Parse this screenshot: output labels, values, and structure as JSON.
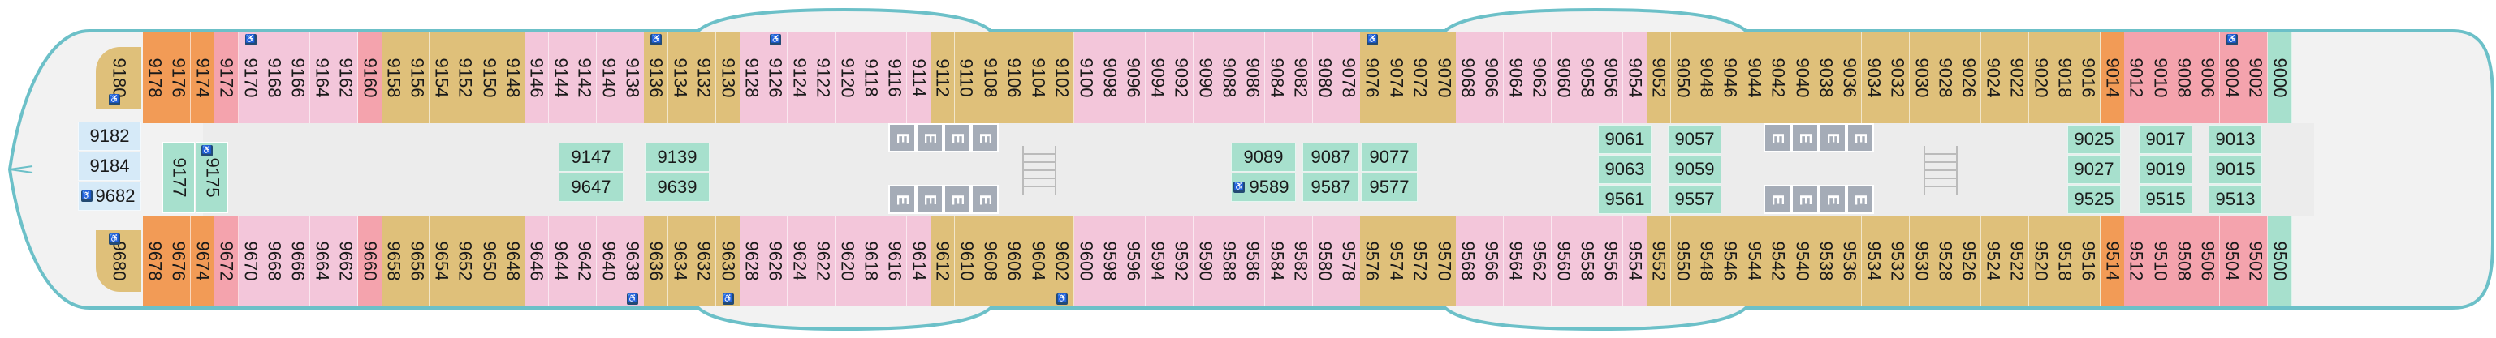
{
  "colors": {
    "hull_outline": "#6cc0c8",
    "deck_fill": "#f2f2f2",
    "corridor": "#ececec",
    "gold": "#dfc07a",
    "orange": "#f29b56",
    "red": "#f4a3ad",
    "pink": "#f3c6da",
    "mint": "#a7e0cd",
    "blue": "#d6eaf8",
    "elevator": "#a5acb7"
  },
  "icons": {
    "accessible": "wheelchair-icon",
    "elevator": "elevator-icon",
    "stairs": "stairs-icon"
  },
  "elevator_label": "E",
  "top_row": [
    {
      "label": "9178",
      "color": "orange"
    },
    {
      "label": "9176",
      "color": "orange"
    },
    {
      "label": "9174",
      "color": "orange"
    },
    {
      "label": "9172",
      "color": "red"
    },
    {
      "label": "9170",
      "color": "pink",
      "acc": true
    },
    {
      "label": "9168",
      "color": "pink"
    },
    {
      "label": "9166",
      "color": "pink"
    },
    {
      "label": "9164",
      "color": "pink"
    },
    {
      "label": "9162",
      "color": "pink"
    },
    {
      "label": "9160",
      "color": "red"
    },
    {
      "label": "9158",
      "color": "gold"
    },
    {
      "label": "9156",
      "color": "gold"
    },
    {
      "label": "9154",
      "color": "gold"
    },
    {
      "label": "9152",
      "color": "gold"
    },
    {
      "label": "9150",
      "color": "gold"
    },
    {
      "label": "9148",
      "color": "gold"
    },
    {
      "label": "9146",
      "color": "pink"
    },
    {
      "label": "9144",
      "color": "pink"
    },
    {
      "label": "9142",
      "color": "pink"
    },
    {
      "label": "9140",
      "color": "pink"
    },
    {
      "label": "9138",
      "color": "pink"
    },
    {
      "label": "9136",
      "color": "gold",
      "acc": true
    },
    {
      "label": "9134",
      "color": "gold"
    },
    {
      "label": "9132",
      "color": "gold"
    },
    {
      "label": "9130",
      "color": "gold"
    },
    {
      "label": "9128",
      "color": "pink"
    },
    {
      "label": "9126",
      "color": "pink",
      "acc": true
    },
    {
      "label": "9124",
      "color": "pink"
    },
    {
      "label": "9122",
      "color": "pink"
    },
    {
      "label": "9120",
      "color": "pink"
    },
    {
      "label": "9118",
      "color": "pink"
    },
    {
      "label": "9116",
      "color": "pink"
    },
    {
      "label": "9114",
      "color": "pink"
    },
    {
      "label": "9112",
      "color": "gold"
    },
    {
      "label": "9110",
      "color": "gold"
    },
    {
      "label": "9108",
      "color": "gold"
    },
    {
      "label": "9106",
      "color": "gold"
    },
    {
      "label": "9104",
      "color": "gold"
    },
    {
      "label": "9102",
      "color": "gold"
    },
    {
      "label": "9100",
      "color": "pink"
    },
    {
      "label": "9098",
      "color": "pink"
    },
    {
      "label": "9096",
      "color": "pink"
    },
    {
      "label": "9094",
      "color": "pink"
    },
    {
      "label": "9092",
      "color": "pink"
    },
    {
      "label": "9090",
      "color": "pink"
    },
    {
      "label": "9088",
      "color": "pink"
    },
    {
      "label": "9086",
      "color": "pink"
    },
    {
      "label": "9084",
      "color": "pink"
    },
    {
      "label": "9082",
      "color": "pink"
    },
    {
      "label": "9080",
      "color": "pink"
    },
    {
      "label": "9078",
      "color": "pink"
    },
    {
      "label": "9076",
      "color": "gold",
      "acc": true
    },
    {
      "label": "9074",
      "color": "gold"
    },
    {
      "label": "9072",
      "color": "gold"
    },
    {
      "label": "9070",
      "color": "gold"
    },
    {
      "label": "9068",
      "color": "pink"
    },
    {
      "label": "9066",
      "color": "pink"
    },
    {
      "label": "9064",
      "color": "pink"
    },
    {
      "label": "9062",
      "color": "pink"
    },
    {
      "label": "9060",
      "color": "pink"
    },
    {
      "label": "9058",
      "color": "pink"
    },
    {
      "label": "9056",
      "color": "pink"
    },
    {
      "label": "9054",
      "color": "pink"
    },
    {
      "label": "9052",
      "color": "gold"
    },
    {
      "label": "9050",
      "color": "gold"
    },
    {
      "label": "9048",
      "color": "gold"
    },
    {
      "label": "9046",
      "color": "gold"
    },
    {
      "label": "9044",
      "color": "gold"
    },
    {
      "label": "9042",
      "color": "gold"
    },
    {
      "label": "9040",
      "color": "gold"
    },
    {
      "label": "9038",
      "color": "gold"
    },
    {
      "label": "9036",
      "color": "gold"
    },
    {
      "label": "9034",
      "color": "gold"
    },
    {
      "label": "9032",
      "color": "gold"
    },
    {
      "label": "9030",
      "color": "gold"
    },
    {
      "label": "9028",
      "color": "gold"
    },
    {
      "label": "9026",
      "color": "gold"
    },
    {
      "label": "9024",
      "color": "gold"
    },
    {
      "label": "9022",
      "color": "gold"
    },
    {
      "label": "9020",
      "color": "gold"
    },
    {
      "label": "9018",
      "color": "gold"
    },
    {
      "label": "9016",
      "color": "gold"
    },
    {
      "label": "9014",
      "color": "orange"
    },
    {
      "label": "9012",
      "color": "red"
    },
    {
      "label": "9010",
      "color": "red"
    },
    {
      "label": "9008",
      "color": "red"
    },
    {
      "label": "9006",
      "color": "red"
    },
    {
      "label": "9004",
      "color": "red",
      "acc": true
    },
    {
      "label": "9002",
      "color": "red"
    },
    {
      "label": "9000",
      "color": "mint"
    }
  ],
  "bottom_row": [
    {
      "label": "9678",
      "color": "orange"
    },
    {
      "label": "9676",
      "color": "orange"
    },
    {
      "label": "9674",
      "color": "orange"
    },
    {
      "label": "9672",
      "color": "red"
    },
    {
      "label": "9670",
      "color": "pink"
    },
    {
      "label": "9668",
      "color": "pink"
    },
    {
      "label": "9666",
      "color": "pink"
    },
    {
      "label": "9664",
      "color": "pink"
    },
    {
      "label": "9662",
      "color": "pink"
    },
    {
      "label": "9660",
      "color": "red"
    },
    {
      "label": "9658",
      "color": "gold"
    },
    {
      "label": "9656",
      "color": "gold"
    },
    {
      "label": "9654",
      "color": "gold"
    },
    {
      "label": "9652",
      "color": "gold"
    },
    {
      "label": "9650",
      "color": "gold"
    },
    {
      "label": "9648",
      "color": "gold"
    },
    {
      "label": "9646",
      "color": "pink"
    },
    {
      "label": "9644",
      "color": "pink"
    },
    {
      "label": "9642",
      "color": "pink"
    },
    {
      "label": "9640",
      "color": "pink"
    },
    {
      "label": "9638",
      "color": "pink",
      "acc": true
    },
    {
      "label": "9636",
      "color": "gold"
    },
    {
      "label": "9634",
      "color": "gold"
    },
    {
      "label": "9632",
      "color": "gold"
    },
    {
      "label": "9630",
      "color": "gold",
      "acc": true
    },
    {
      "label": "9628",
      "color": "pink"
    },
    {
      "label": "9626",
      "color": "pink"
    },
    {
      "label": "9624",
      "color": "pink"
    },
    {
      "label": "9622",
      "color": "pink"
    },
    {
      "label": "9620",
      "color": "pink"
    },
    {
      "label": "9618",
      "color": "pink"
    },
    {
      "label": "9616",
      "color": "pink"
    },
    {
      "label": "9614",
      "color": "pink"
    },
    {
      "label": "9612",
      "color": "gold"
    },
    {
      "label": "9610",
      "color": "gold"
    },
    {
      "label": "9608",
      "color": "gold"
    },
    {
      "label": "9606",
      "color": "gold"
    },
    {
      "label": "9604",
      "color": "gold"
    },
    {
      "label": "9602",
      "color": "gold",
      "acc": true
    },
    {
      "label": "9600",
      "color": "pink"
    },
    {
      "label": "9598",
      "color": "pink"
    },
    {
      "label": "9596",
      "color": "pink"
    },
    {
      "label": "9594",
      "color": "pink"
    },
    {
      "label": "9592",
      "color": "pink"
    },
    {
      "label": "9590",
      "color": "pink"
    },
    {
      "label": "9588",
      "color": "pink"
    },
    {
      "label": "9586",
      "color": "pink"
    },
    {
      "label": "9584",
      "color": "pink"
    },
    {
      "label": "9582",
      "color": "pink"
    },
    {
      "label": "9580",
      "color": "pink"
    },
    {
      "label": "9578",
      "color": "pink"
    },
    {
      "label": "9576",
      "color": "gold"
    },
    {
      "label": "9574",
      "color": "gold"
    },
    {
      "label": "9572",
      "color": "gold"
    },
    {
      "label": "9570",
      "color": "gold"
    },
    {
      "label": "9568",
      "color": "pink"
    },
    {
      "label": "9566",
      "color": "pink"
    },
    {
      "label": "9564",
      "color": "pink"
    },
    {
      "label": "9562",
      "color": "pink"
    },
    {
      "label": "9560",
      "color": "pink"
    },
    {
      "label": "9558",
      "color": "pink"
    },
    {
      "label": "9556",
      "color": "pink"
    },
    {
      "label": "9554",
      "color": "pink"
    },
    {
      "label": "9552",
      "color": "gold"
    },
    {
      "label": "9550",
      "color": "gold"
    },
    {
      "label": "9548",
      "color": "gold"
    },
    {
      "label": "9546",
      "color": "gold"
    },
    {
      "label": "9544",
      "color": "gold"
    },
    {
      "label": "9542",
      "color": "gold"
    },
    {
      "label": "9540",
      "color": "gold"
    },
    {
      "label": "9538",
      "color": "gold"
    },
    {
      "label": "9536",
      "color": "gold"
    },
    {
      "label": "9534",
      "color": "gold"
    },
    {
      "label": "9532",
      "color": "gold"
    },
    {
      "label": "9530",
      "color": "gold"
    },
    {
      "label": "9528",
      "color": "gold"
    },
    {
      "label": "9526",
      "color": "gold"
    },
    {
      "label": "9524",
      "color": "gold"
    },
    {
      "label": "9522",
      "color": "gold"
    },
    {
      "label": "9520",
      "color": "gold"
    },
    {
      "label": "9518",
      "color": "gold"
    },
    {
      "label": "9516",
      "color": "gold"
    },
    {
      "label": "9514",
      "color": "orange"
    },
    {
      "label": "9512",
      "color": "red"
    },
    {
      "label": "9510",
      "color": "red"
    },
    {
      "label": "9508",
      "color": "red"
    },
    {
      "label": "9506",
      "color": "red"
    },
    {
      "label": "9504",
      "color": "red"
    },
    {
      "label": "9502",
      "color": "red"
    },
    {
      "label": "9500",
      "color": "mint"
    }
  ],
  "bow": {
    "top_corner": {
      "label": "9180",
      "acc": true
    },
    "bottom_corner": {
      "label": "9680",
      "acc": true
    },
    "blue_cabins": [
      "9182",
      "9184"
    ],
    "acc_cabin": {
      "label": "9682",
      "acc": true
    },
    "side_cabins": [
      {
        "label": "9177"
      },
      {
        "label": "9175",
        "acc": true
      }
    ]
  },
  "interior_pairs": [
    {
      "top": "9147",
      "bottom": "9647"
    },
    {
      "top": "9139",
      "bottom": "9639"
    },
    {
      "top": "9089",
      "bottom": "9589",
      "bottom_acc": true
    },
    {
      "top": "9087",
      "bottom": "9587"
    },
    {
      "top": "9077",
      "bottom": "9577"
    }
  ],
  "interior_triples": [
    [
      "9061",
      "9063",
      "9561"
    ],
    [
      "9057",
      "9059",
      "9557"
    ],
    [
      "9025",
      "9027",
      "9525"
    ],
    [
      "9017",
      "9019",
      "9515"
    ],
    [
      "9013",
      "9015",
      "9513"
    ]
  ]
}
